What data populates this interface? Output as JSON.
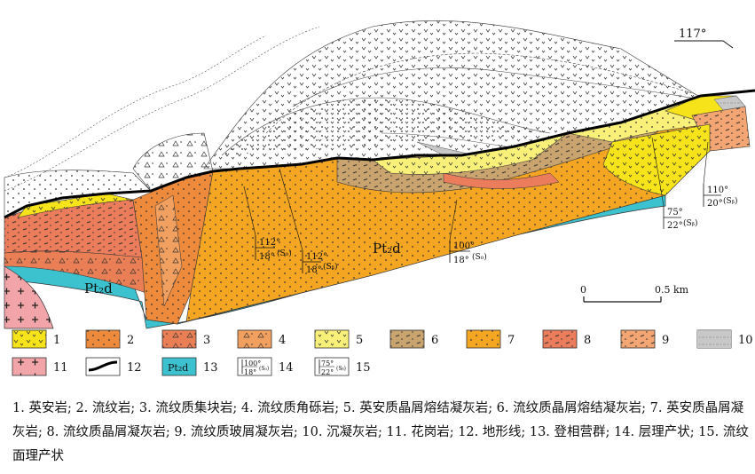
{
  "direction": "117°",
  "formation_labels": {
    "left": "Pt₂d",
    "center": "Pt₂d"
  },
  "measurements": [
    {
      "top": "112°",
      "bottom": "18°",
      "surface": "(S₀)"
    },
    {
      "top": "112°",
      "bottom": "18°",
      "surface": "(Sᵦ)"
    },
    {
      "top": "100°",
      "bottom": "18°",
      "surface": "(S₀)"
    },
    {
      "top": "75°",
      "bottom": "22°",
      "surface": "(Sᵦ)"
    },
    {
      "top": "110°",
      "bottom": "20°",
      "surface": "(Sᵦ)"
    }
  ],
  "scale": {
    "start": "0",
    "end": "0.5 km"
  },
  "legend": [
    {
      "num": "1",
      "color": "#f7e31a"
    },
    {
      "num": "2",
      "color": "#ee8a3c"
    },
    {
      "num": "3",
      "color": "#ea7e55"
    },
    {
      "num": "4",
      "color": "#f2a060"
    },
    {
      "num": "5",
      "color": "#f9f07a"
    },
    {
      "num": "6",
      "color": "#c9a46e"
    },
    {
      "num": "7",
      "color": "#f4a623"
    },
    {
      "num": "8",
      "color": "#ec7d5c"
    },
    {
      "num": "9",
      "color": "#f3a674"
    },
    {
      "num": "10",
      "color": "#c8c8c8"
    },
    {
      "num": "11",
      "color": "#f2a5a8"
    },
    {
      "num": "12",
      "color": "#ffffff"
    },
    {
      "num": "13",
      "color": "#3cc2cf"
    },
    {
      "num": "14",
      "color": "#ffffff",
      "top": "100°",
      "bottom": "18°",
      "surface": "(S₀)"
    },
    {
      "num": "15",
      "color": "#ffffff",
      "top": "75°",
      "bottom": "22°",
      "surface": "(Sᵦ)"
    }
  ],
  "pt_legend_label": "Pt₂d",
  "caption": "1. 英安岩; 2. 流纹岩; 3. 流纹质集块岩; 4. 流纹质角砾岩; 5. 英安质晶屑熔结凝灰岩; 6. 流纹质晶屑熔结凝灰岩; 7. 英安质晶屑凝灰岩; 8. 流纹质晶屑凝灰岩; 9. 流纹质玻屑凝灰岩; 10. 沉凝灰岩; 11. 花岗岩; 12. 地形线; 13. 登相营群; 14. 层理产状; 15. 流纹面理产状"
}
